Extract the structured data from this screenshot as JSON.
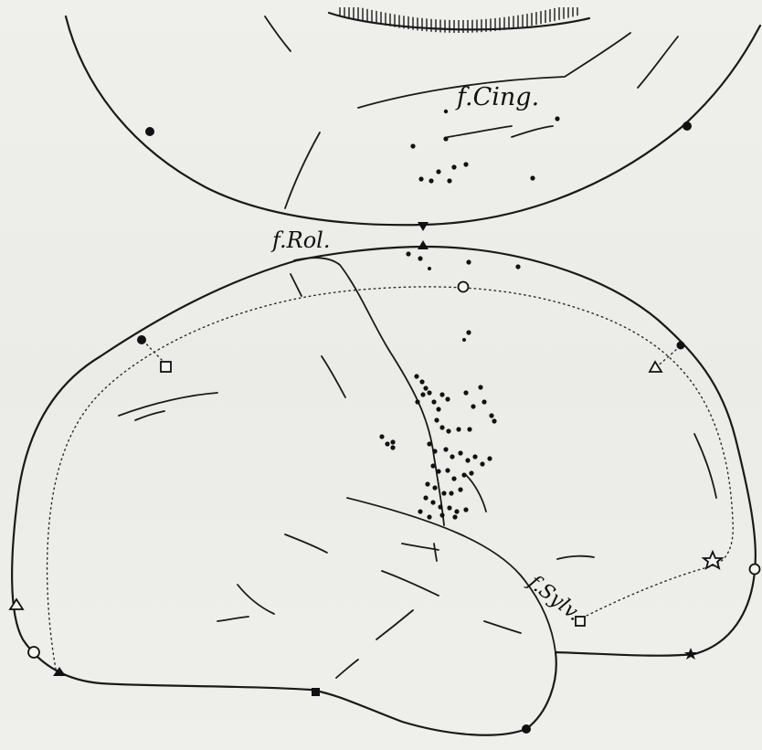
{
  "labels": {
    "cingulate": "f.Cing.",
    "rolandic": "f.Rol.",
    "sylvian": "f.Sylv."
  },
  "colors": {
    "ink": "#111111",
    "paper": "#eeeeea"
  },
  "markers": {
    "filled_circle": "filled-circle-marker",
    "open_circle": "open-circle-marker",
    "open_square": "open-square-marker",
    "open_triangle": "open-triangle-marker",
    "filled_triangle": "filled-triangle-marker",
    "star": "star-marker",
    "filled_square": "filled-square-marker"
  }
}
